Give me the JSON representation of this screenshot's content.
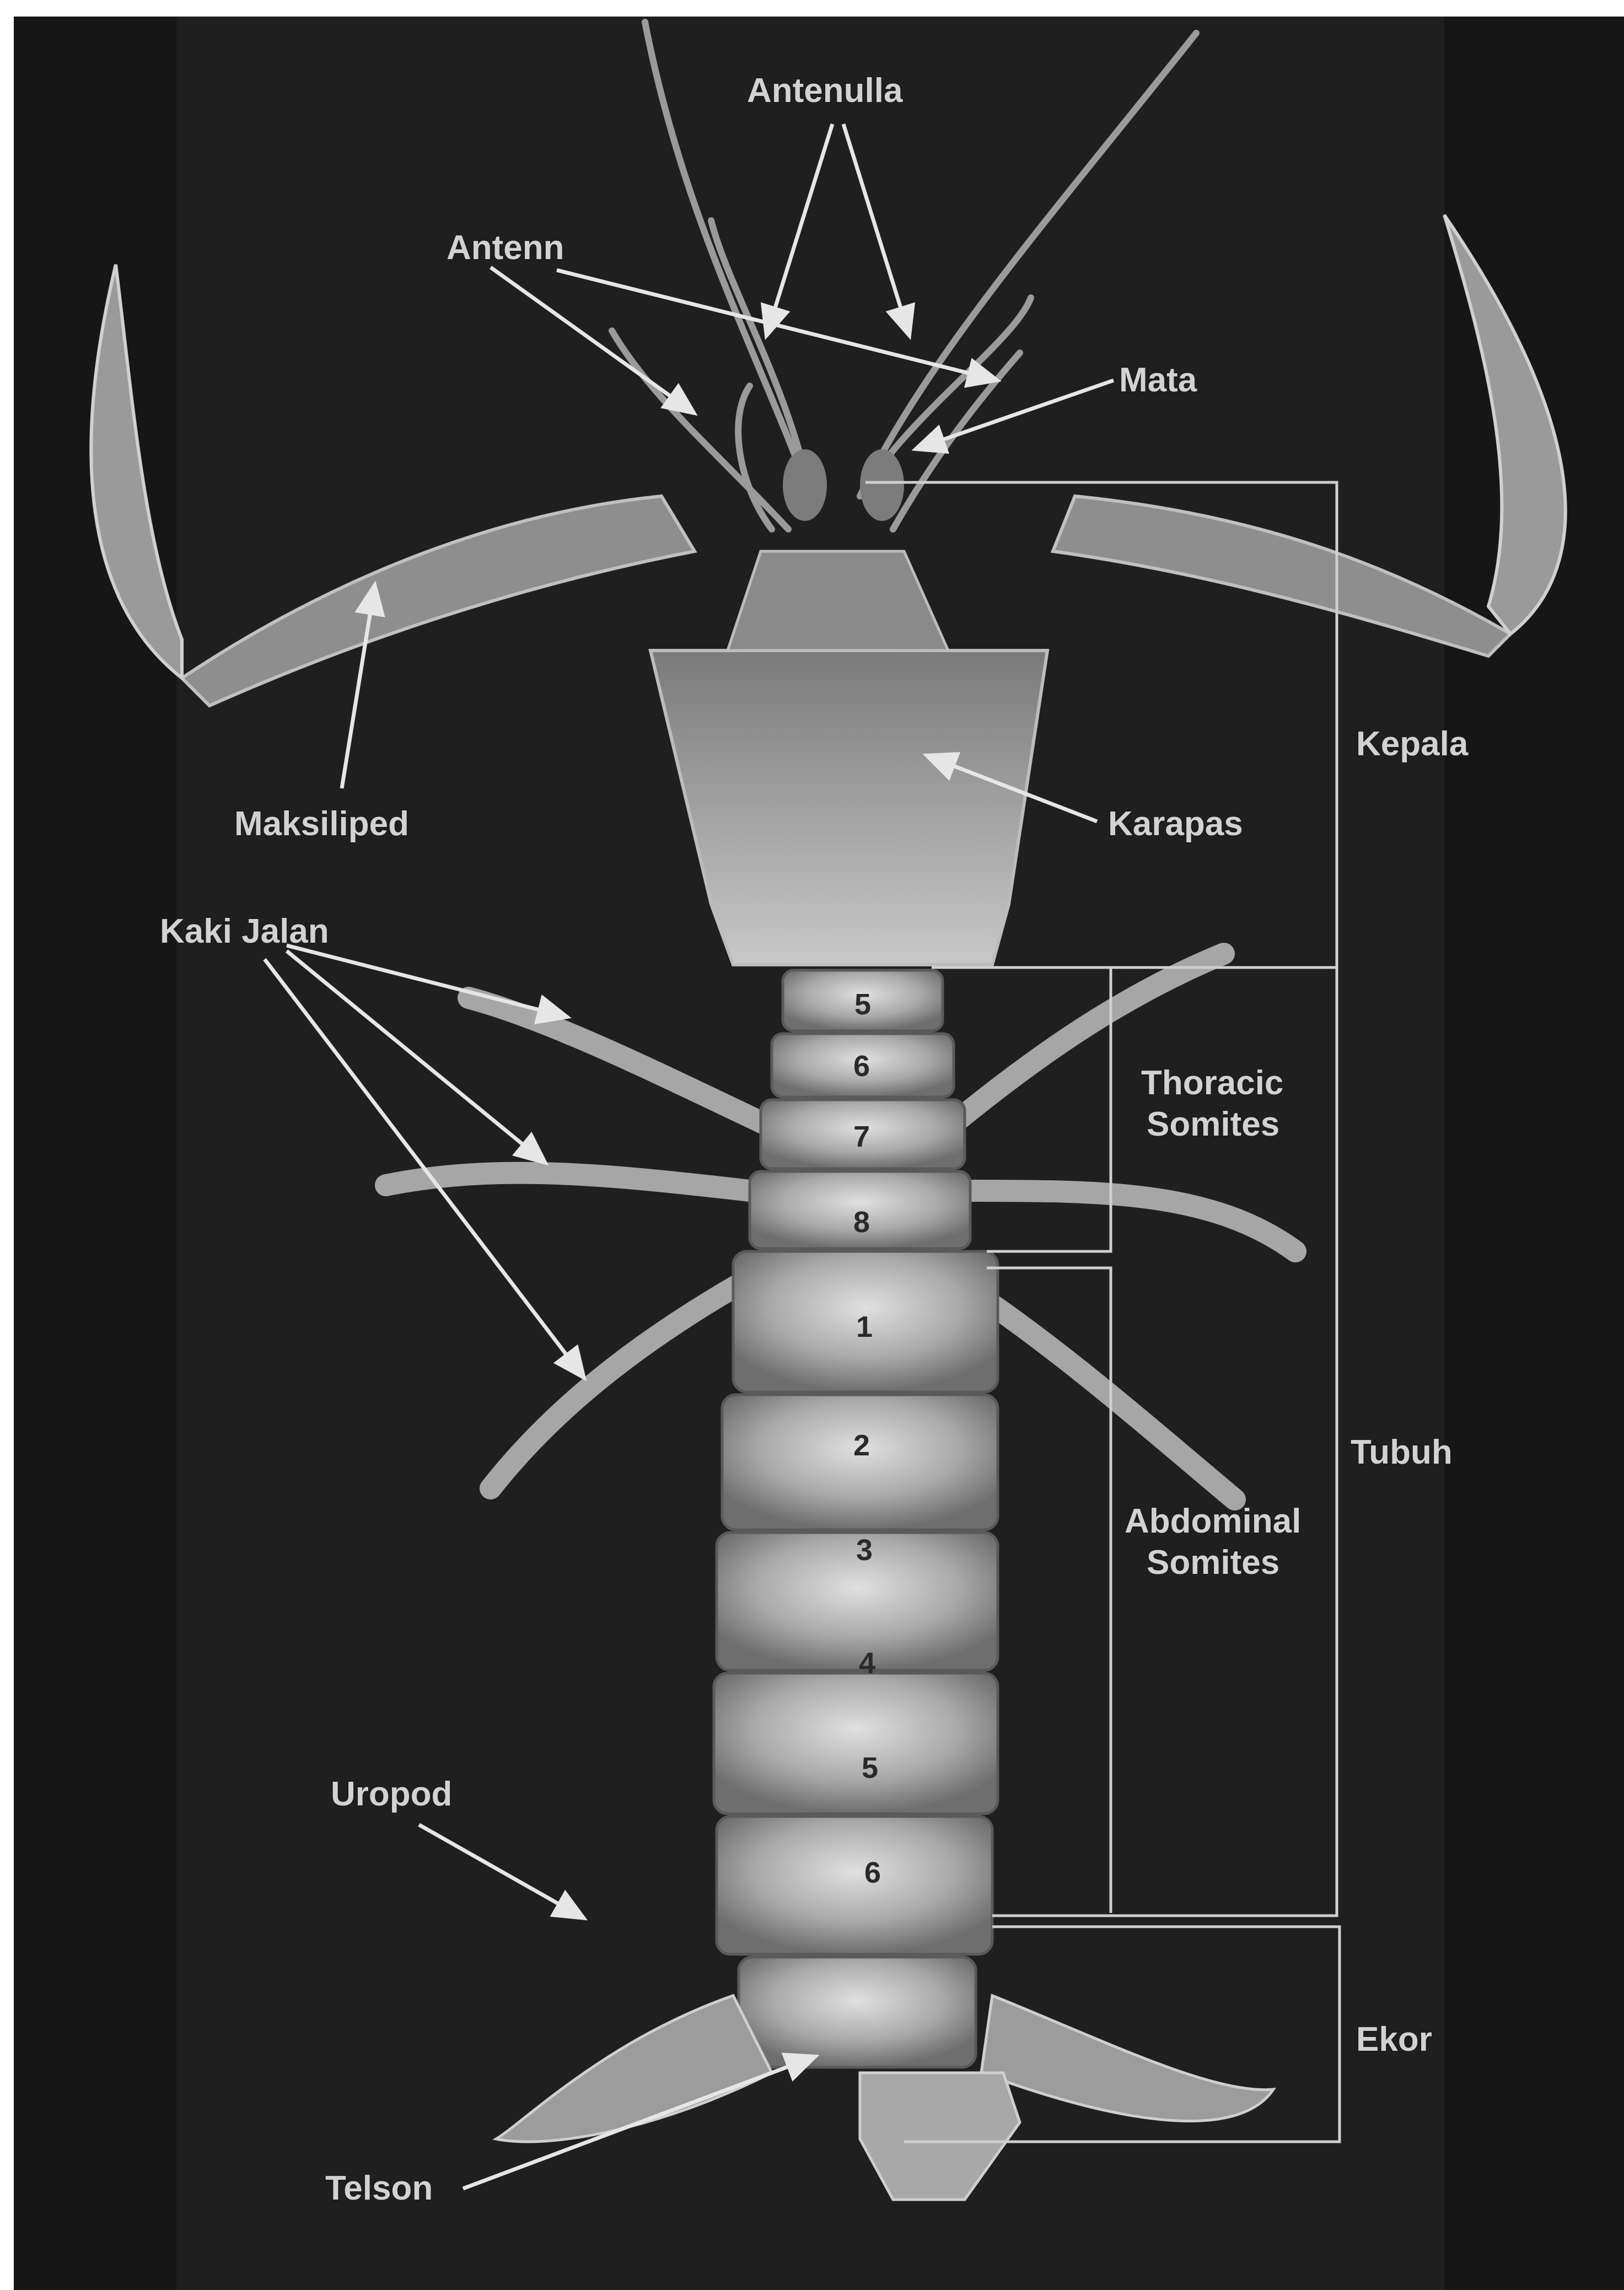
{
  "labels": {
    "antenulla": "Antenulla",
    "antenn": "Antenn",
    "mata": "Mata",
    "maksiliped": "Maksiliped",
    "karapas": "Karapas",
    "kepala": "Kepala",
    "kaki_jalan": "Kaki Jalan",
    "thoracic_1": "Thoracic",
    "thoracic_2": "Somites",
    "abdominal_1": "Abdominal",
    "abdominal_2": "Somites",
    "tubuh": "Tubuh",
    "uropod": "Uropod",
    "ekor": "Ekor",
    "telson": "Telson"
  },
  "thoracic_segments": [
    "5",
    "6",
    "7",
    "8"
  ],
  "abdominal_segments": [
    "1",
    "2",
    "3",
    "4",
    "5",
    "6"
  ],
  "colors": {
    "background": "#161616",
    "label_fill": "#d2d2d2",
    "body": "#b8b8b8",
    "arrow": "#e6e6e6"
  }
}
